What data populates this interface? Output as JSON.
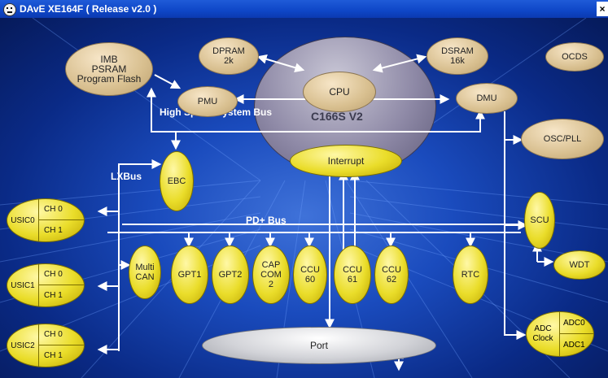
{
  "window": {
    "title": "DAvE XE164F ( Release v2.0 )",
    "close_label": "×"
  },
  "core": {
    "label": "C166S V2"
  },
  "buses": {
    "high_speed": "High Speed System Bus",
    "lxbus": "LXBus",
    "pd_bus": "PD+ Bus"
  },
  "modules": {
    "imb": [
      "IMB",
      "PSRAM",
      "Program Flash"
    ],
    "dpram": [
      "DPRAM",
      "2k"
    ],
    "dsram": [
      "DSRAM",
      "16k"
    ],
    "ocds": "OCDS",
    "cpu": "CPU",
    "pmu": "PMU",
    "dmu": "DMU",
    "osc_pll": "OSC/PLL",
    "interrupt": "Interrupt",
    "ebc": "EBC",
    "scu": "SCU",
    "wdt": "WDT",
    "multican": [
      "Multi",
      "CAN"
    ],
    "gpt1": "GPT1",
    "gpt2": "GPT2",
    "capcom2": [
      "CAP",
      "COM",
      "2"
    ],
    "ccu60": [
      "CCU",
      "60"
    ],
    "ccu61": [
      "CCU",
      "61"
    ],
    "ccu62": [
      "CCU",
      "62"
    ],
    "rtc": "RTC",
    "port": "Port",
    "adc": {
      "clock": [
        "ADC",
        "Clock"
      ],
      "adc0": "ADC0",
      "adc1": "ADC1"
    }
  },
  "usic": [
    {
      "name": "USIC0",
      "ch0": "CH 0",
      "ch1": "CH 1"
    },
    {
      "name": "USIC1",
      "ch0": "CH 0",
      "ch1": "CH 1"
    },
    {
      "name": "USIC2",
      "ch0": "CH 0",
      "ch1": "CH 1"
    }
  ],
  "colors": {
    "background": "#0b2d8f",
    "module_tan": "#d8bf8f",
    "module_yellow": "#eadd2a",
    "bus_line": "#ffffff"
  }
}
